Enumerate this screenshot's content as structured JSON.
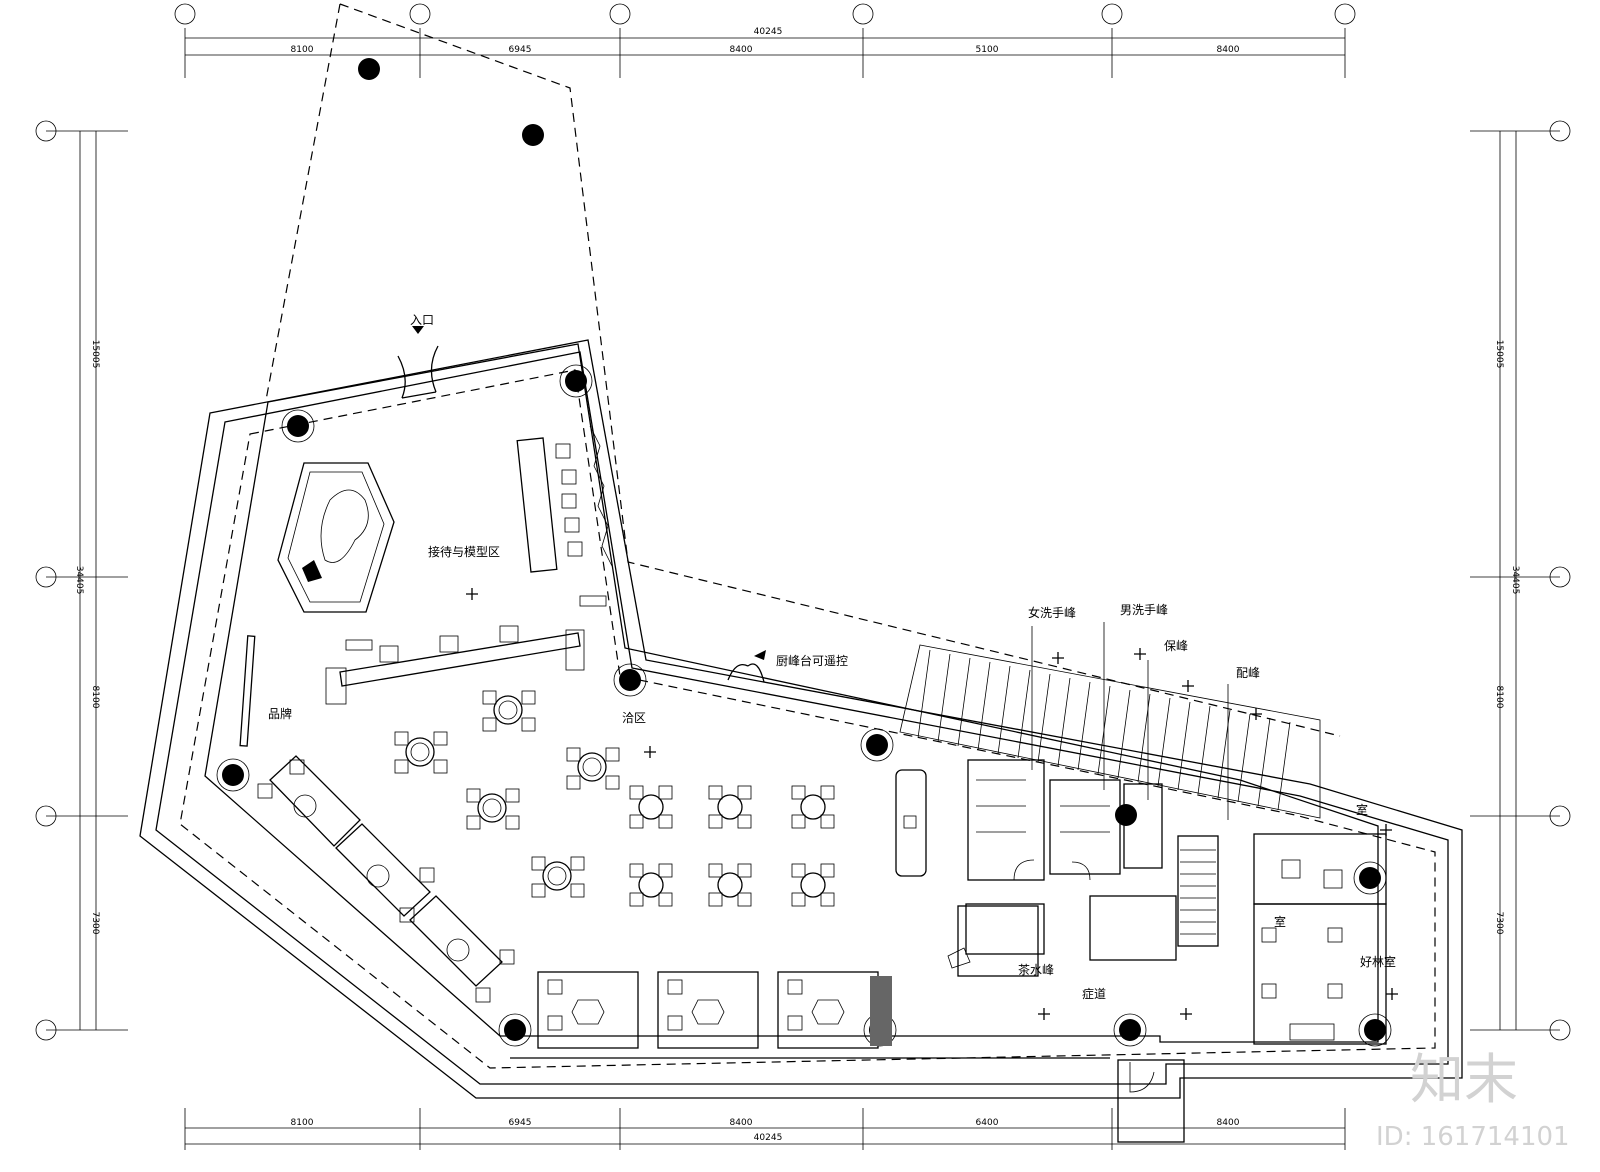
{
  "dimensions": {
    "top_total": "40245",
    "top_bays": [
      "8100",
      "6945",
      "8400",
      "5100",
      "8400"
    ],
    "bottom_total": "40245",
    "bottom_bays": [
      "8100",
      "6945",
      "8400",
      "6400",
      "8400"
    ],
    "left_total": "34405",
    "left_bays": [
      "15005",
      "8100",
      "7300"
    ],
    "right_total": "34405",
    "right_bays": [
      "15005",
      "8100",
      "7300"
    ]
  },
  "rooms": {
    "entrance": "入口",
    "reception": "接待与模型区",
    "brand": "品牌",
    "negotiation": "洽区",
    "door_note": "厨峰台可遥控",
    "women_wc": "女洗手峰",
    "men_wc": "男洗手峰",
    "cleaning": "保峰",
    "distribution": "配峰",
    "tea_room": "茶水峰",
    "corridor": "症道",
    "office": "室",
    "office2": "室",
    "vip_room": "好林室"
  },
  "watermark": {
    "logo": "知末",
    "id": "ID: 161714101"
  }
}
